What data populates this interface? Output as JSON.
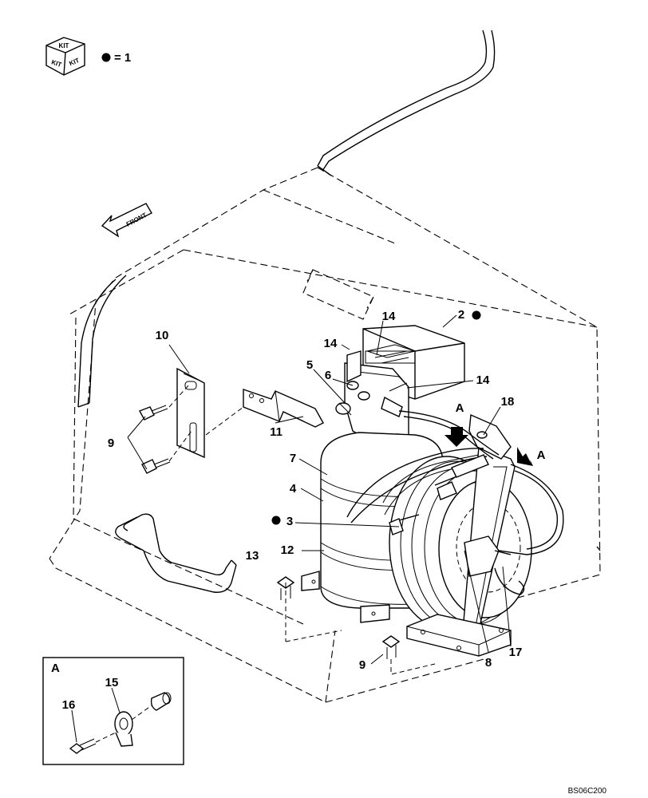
{
  "legend": {
    "kit_top": "KIT",
    "kit_left": "KIT",
    "kit_right": "KIT",
    "equals_text": "= 1"
  },
  "front_label": "FRONT",
  "callouts": [
    {
      "id": "c1",
      "text": "10"
    },
    {
      "id": "c2",
      "text": "14"
    },
    {
      "id": "c3",
      "text": "2"
    },
    {
      "id": "c4",
      "text": "14"
    },
    {
      "id": "c5",
      "text": "5"
    },
    {
      "id": "c6",
      "text": "6"
    },
    {
      "id": "c7",
      "text": "14"
    },
    {
      "id": "c8",
      "text": "18"
    },
    {
      "id": "c9",
      "text": "A"
    },
    {
      "id": "c10",
      "text": "A"
    },
    {
      "id": "c11",
      "text": "11"
    },
    {
      "id": "c12",
      "text": "9"
    },
    {
      "id": "c13",
      "text": "7"
    },
    {
      "id": "c14",
      "text": "4"
    },
    {
      "id": "c15",
      "text": "3"
    },
    {
      "id": "c16",
      "text": "13"
    },
    {
      "id": "c17",
      "text": "12"
    },
    {
      "id": "c18",
      "text": "9"
    },
    {
      "id": "c19",
      "text": "8"
    },
    {
      "id": "c20",
      "text": "17"
    }
  ],
  "detail": {
    "title": "A",
    "labels": [
      "15",
      "16"
    ]
  },
  "drawing_code": "BS06C200",
  "colors": {
    "ink": "#000000",
    "paper": "#ffffff"
  }
}
